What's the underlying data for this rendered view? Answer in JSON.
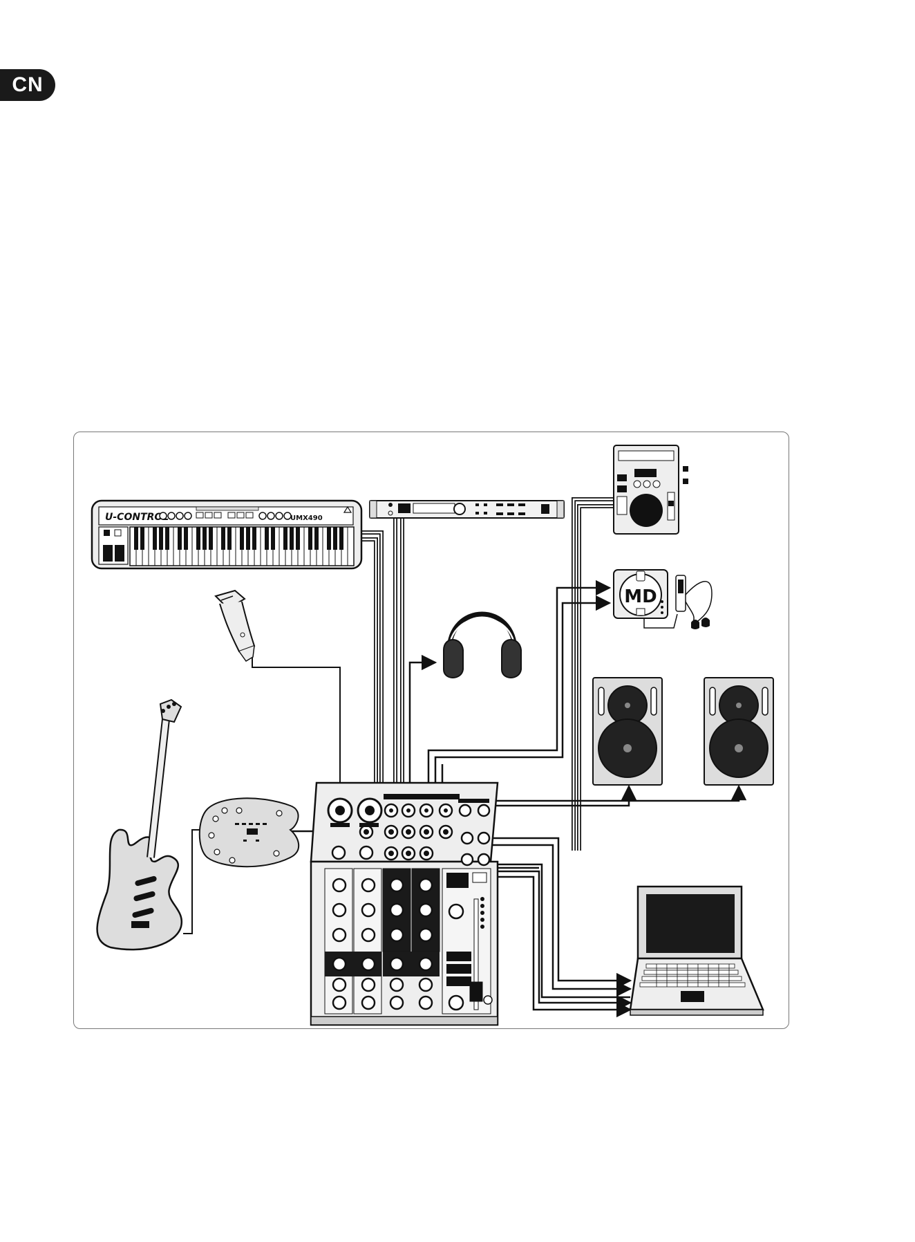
{
  "page": {
    "language_tab": "CN"
  },
  "devices": {
    "controller_brand": "U-CONTROL",
    "controller_model": "UMX490",
    "minidisc_label": "MD"
  }
}
